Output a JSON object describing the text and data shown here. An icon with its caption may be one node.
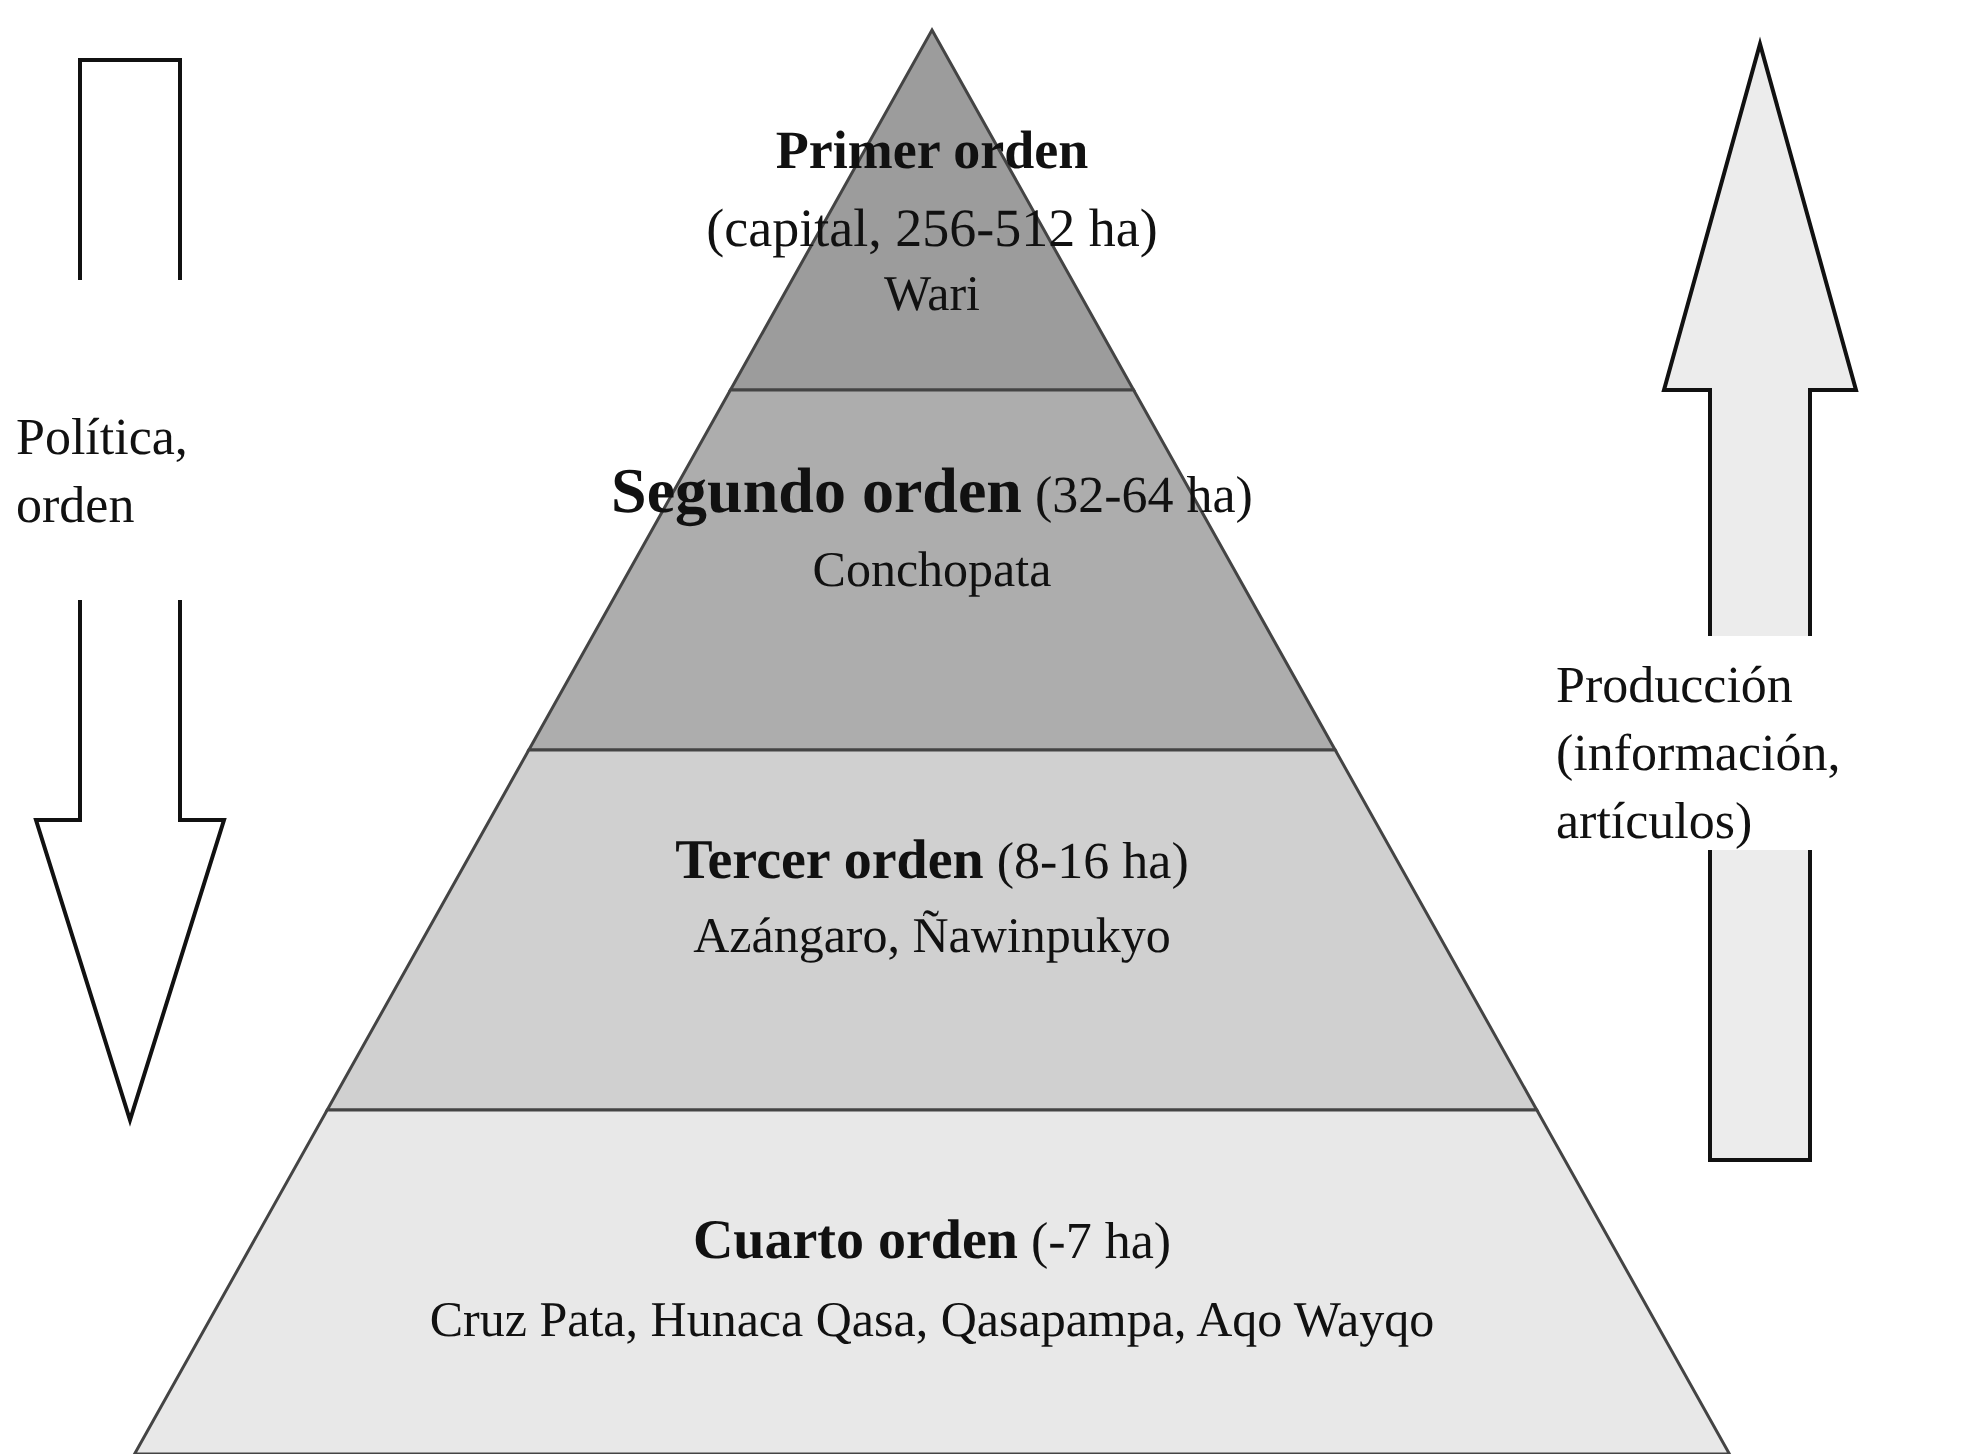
{
  "diagram": {
    "nodes": [
      {
        "text": [
          "Primer orden",
          "(capital, 256-512 ha)",
          "Wari"
        ]
      },
      {
        "text": [
          "**Segundo orden** (32-64 ha)",
          "Conchopata"
        ]
      },
      {
        "text": [
          "**Tercer orden** (8-16 ha)",
          "Azángaro, Ñawinpukyo"
        ]
      },
      {
        "text": [
          "**Cuarto orden** (-7 ha)",
          "Cruz Pata, Hunaca Qasa, Qasapampa, Aqo Wayqo"
        ]
      }
    ],
    "labels": [
      "Política, orden",
      "Producción (información, artículos)"
    ]
  }
}
